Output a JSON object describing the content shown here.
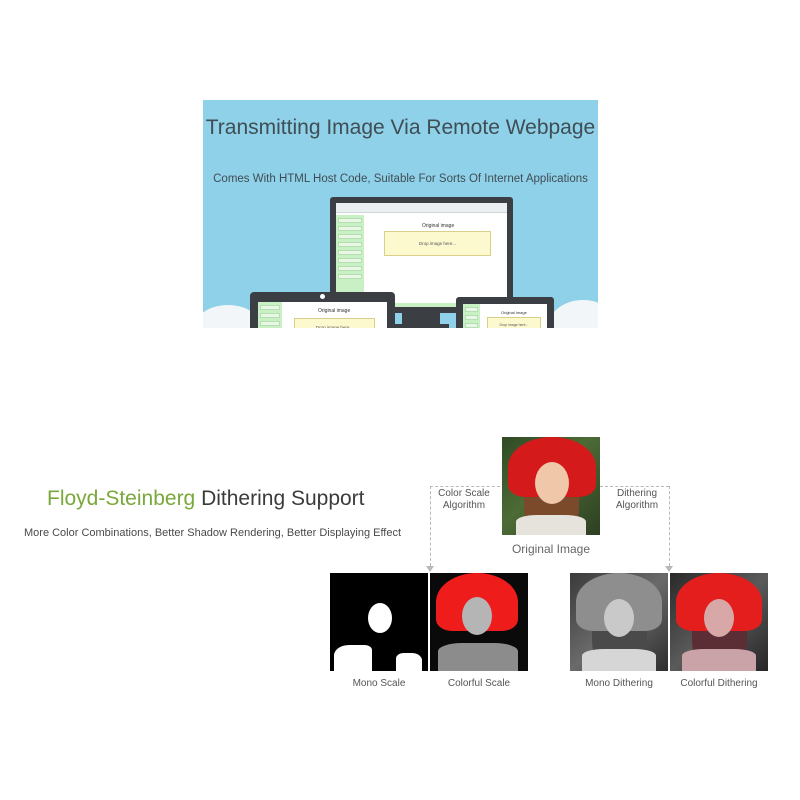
{
  "banner": {
    "title": "Transmitting Image Via Remote Webpage",
    "subtitle": "Comes With HTML Host Code, Suitable For Sorts Of Internet Applications",
    "background_color": "#8fd1e8"
  },
  "devices": {
    "screen_title": "Original image",
    "drop_text": "Drop image here...",
    "sidebar_color": "#c9efc4",
    "dropzone_color": "#fcf9cf",
    "frame_color": "#3b3e43"
  },
  "dithering": {
    "title_accent": "Floyd-Steinberg",
    "title_rest": " Dithering Support",
    "accent_color": "#7aa83a",
    "subtitle": "More Color Combinations, Better Shadow Rendering, Better Displaying Effect",
    "left_algorithm": "Color Scale Algorithm",
    "right_algorithm": "Dithering Algorithm",
    "original_caption": "Original Image",
    "results": [
      {
        "label": "Mono Scale"
      },
      {
        "label": "Colorful Scale"
      },
      {
        "label": "Mono Dithering"
      },
      {
        "label": "Colorful Dithering"
      }
    ]
  }
}
